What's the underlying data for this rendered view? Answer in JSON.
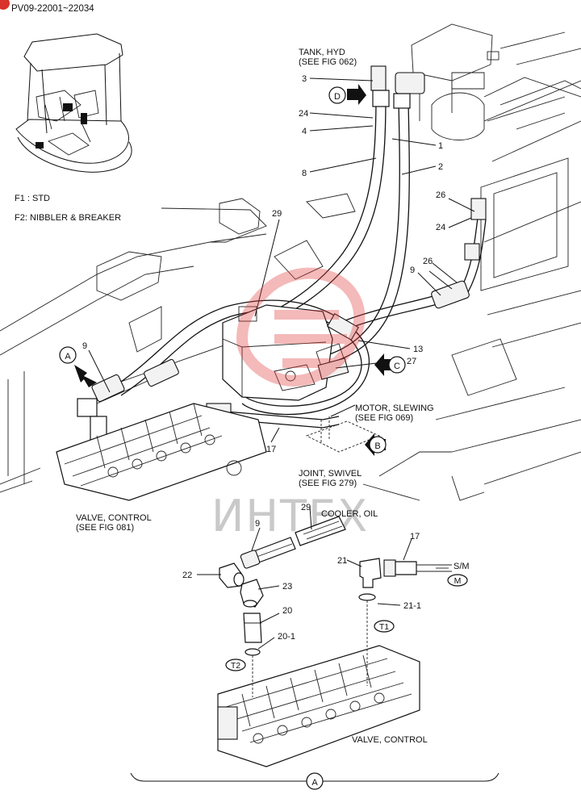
{
  "header": {
    "doc_code": "PV09-22001~22034"
  },
  "legend": {
    "f1": "F1 :  STD",
    "f2": "F2:  NIBBLER & BREAKER"
  },
  "callouts_main": {
    "tank": "TANK, HYD",
    "tank_ref": "(SEE FIG 062)",
    "motor": "MOTOR, SLEWING",
    "motor_ref": "(SEE FIG 069)",
    "joint": "JOINT, SWIVEL",
    "joint_ref": "(SEE FIG 279)"
  },
  "callouts_detail": {
    "valve_top": "VALVE, CONTROL",
    "valve_top_ref": "(SEE FIG 081)",
    "cooler": "COOLER, OIL",
    "sm": "S/M",
    "m_tag": "M",
    "t1": "T1",
    "t2": "T2",
    "valve_bottom": "VALVE, CONTROL"
  },
  "views": {
    "a": "A",
    "b": "B",
    "c": "C",
    "d": "D",
    "a_bottom": "A"
  },
  "parts_main": {
    "p3": "3",
    "p24a": "24",
    "p4": "4",
    "p1": "1",
    "p8": "8",
    "p2": "2",
    "p26a": "26",
    "p24b": "24",
    "p26b": "26",
    "p9a": "9",
    "p29": "29",
    "p13": "13",
    "p27": "27",
    "p9b": "9",
    "p17": "17"
  },
  "parts_detail": {
    "p29": "29",
    "p9": "9",
    "p17": "17",
    "p21": "21",
    "p22": "22",
    "p23": "23",
    "p20": "20",
    "p21_1": "21-1",
    "p20_1": "20-1"
  },
  "watermark": {
    "text": "ИНТЕХ",
    "color": "#e23a3a"
  },
  "colors": {
    "line": "#111111",
    "arrow": "#111111",
    "corner_badge": "#d9322a"
  }
}
